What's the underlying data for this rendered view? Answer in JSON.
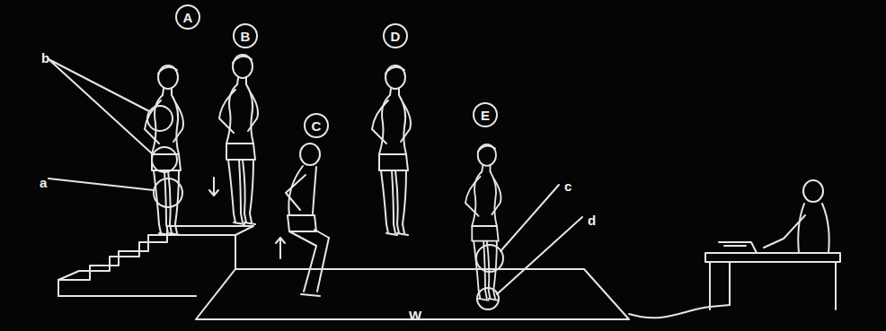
{
  "diagram": {
    "nodes": [
      {
        "text": [
          "A"
        ]
      },
      {
        "text": [
          "B"
        ]
      },
      {
        "text": [
          "C"
        ]
      },
      {
        "text": [
          "D"
        ]
      },
      {
        "text": [
          "E"
        ]
      }
    ],
    "labels": [
      "b",
      "a",
      "c",
      "d",
      "W"
    ]
  }
}
